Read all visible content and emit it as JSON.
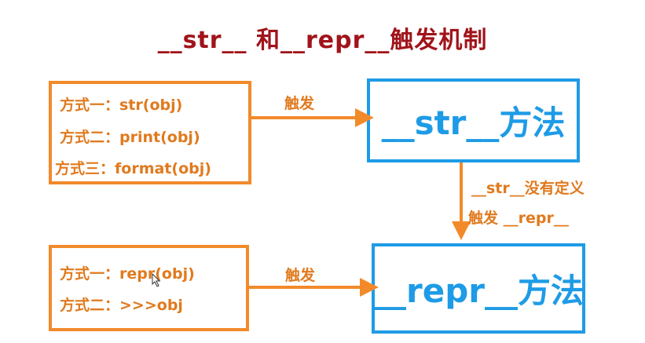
{
  "title": "__str__ 和__repr__触发机制",
  "left_top": {
    "lines": [
      "方式一：str(obj)",
      "方式二：print(obj)",
      "方式三：format(obj)"
    ]
  },
  "left_bottom": {
    "lines": [
      "方式一：repr(obj)",
      "方式二：>>>obj"
    ]
  },
  "str_box": "__str__方法",
  "repr_box": "__repr__方法",
  "arrow_top_label": "触发",
  "arrow_bottom_label": "触发",
  "down_label_1": "__str__没有定义",
  "down_label_2": "触发 __repr__",
  "colors": {
    "orange": "#f28a2a",
    "blue": "#1e9be6",
    "title": "#a0141a"
  }
}
